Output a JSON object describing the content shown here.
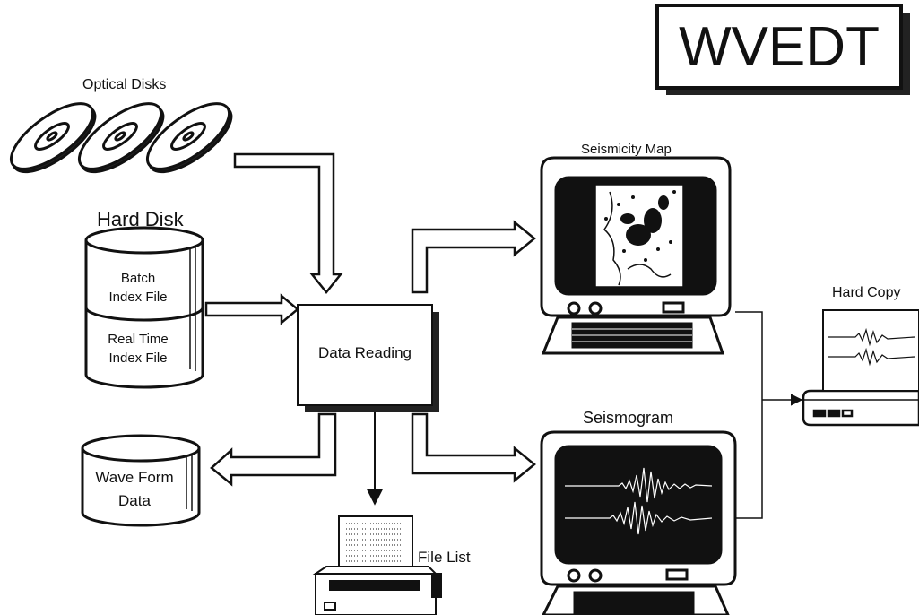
{
  "title": "WVEDT",
  "sources": {
    "optical": "Optical Disks",
    "hard_disk": "Hard Disk",
    "batch_line1": "Batch",
    "batch_line2": "Index File",
    "realtime_line1": "Real Time",
    "realtime_line2": "Index File",
    "waveform_line1": "Wave Form",
    "waveform_line2": "Data"
  },
  "process": {
    "data_reading": "Data Reading"
  },
  "outputs": {
    "seismicity_map": "Seismicity Map",
    "seismogram": "Seismogram",
    "hard_copy": "Hard Copy",
    "file_list": "File List"
  }
}
